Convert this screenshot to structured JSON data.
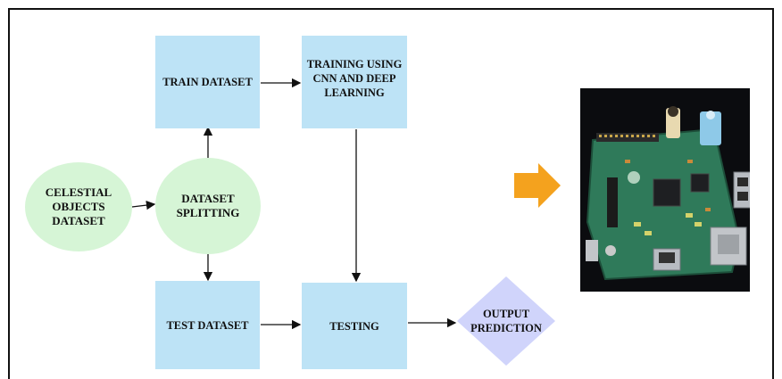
{
  "nodes": {
    "celestial": "CELESTIAL\nOBJECTS\nDATASET",
    "splitting": "DATASET\nSPLITTING",
    "train": "TRAIN DATASET",
    "training": "TRAINING USING\nCNN AND DEEP\nLEARNING",
    "test": "TEST DATASET",
    "testing": "TESTING",
    "output": "OUTPUT\nPREDICTION"
  },
  "colors": {
    "box_fill": "#bde3f6",
    "circle_fill": "#d6f5d6",
    "diamond_fill": "#d0d4fb",
    "arrow_accent": "#f4a21e",
    "board_green": "#2f7a5a"
  },
  "images": {
    "hardware": "raspberry-pi-board-photo"
  }
}
